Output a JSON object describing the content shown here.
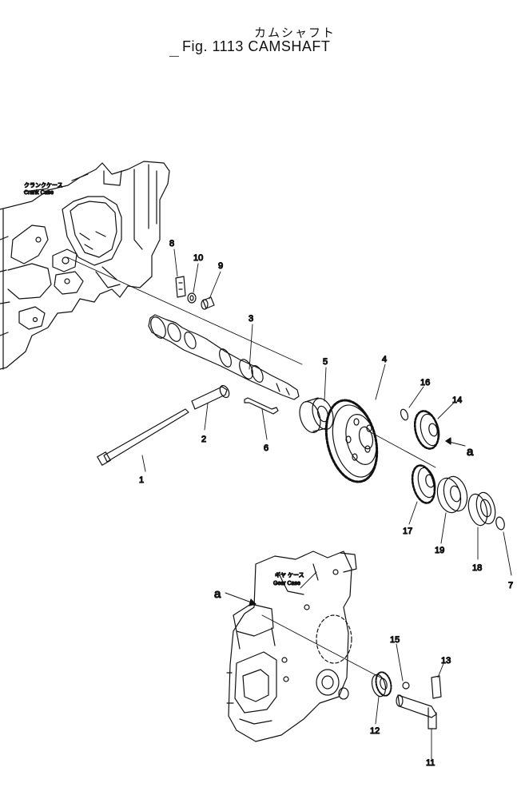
{
  "header": {
    "title_jp": "カムシャフト",
    "title": "Fig. 1113  CAMSHAFT"
  },
  "callouts": {
    "crank_case_jp": "クランクケース",
    "crank_case": "Crank Case",
    "gear_case_jp": "ギヤ ケース",
    "gear_case": "Gear Case"
  },
  "parts": {
    "p1": "1",
    "p2": "2",
    "p3": "3",
    "p4": "4",
    "p5": "5",
    "p6": "6",
    "p7": "7",
    "p8": "8",
    "p9": "9",
    "p10": "10",
    "p11": "11",
    "p12": "12",
    "p13": "13",
    "p14": "14",
    "p15": "15",
    "p16": "16",
    "p17": "17",
    "p18": "18",
    "p19": "19"
  },
  "refs": {
    "a_upper": "a",
    "a_lower": "a"
  }
}
